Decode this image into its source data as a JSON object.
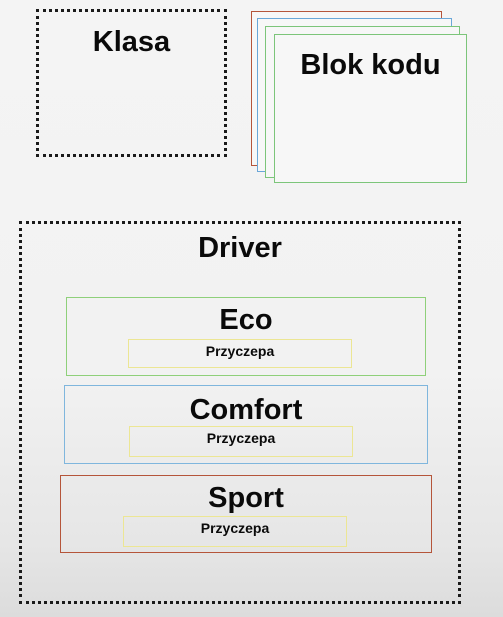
{
  "legend": {
    "class_label": "Klasa",
    "code_block_label": "Blok kodu"
  },
  "driver": {
    "title": "Driver",
    "modes": [
      {
        "name": "Eco",
        "trailer": "Przyczepa",
        "border_color": "#8fd07a"
      },
      {
        "name": "Comfort",
        "trailer": "Przyczepa",
        "border_color": "#7fb6dd"
      },
      {
        "name": "Sport",
        "trailer": "Przyczepa",
        "border_color": "#b5553a"
      }
    ]
  },
  "colors": {
    "trailer_border": "#ece694",
    "code_stack_borders": [
      "#b5553a",
      "#6aa7d8",
      "#7cc57a",
      "#7cc57a"
    ]
  }
}
